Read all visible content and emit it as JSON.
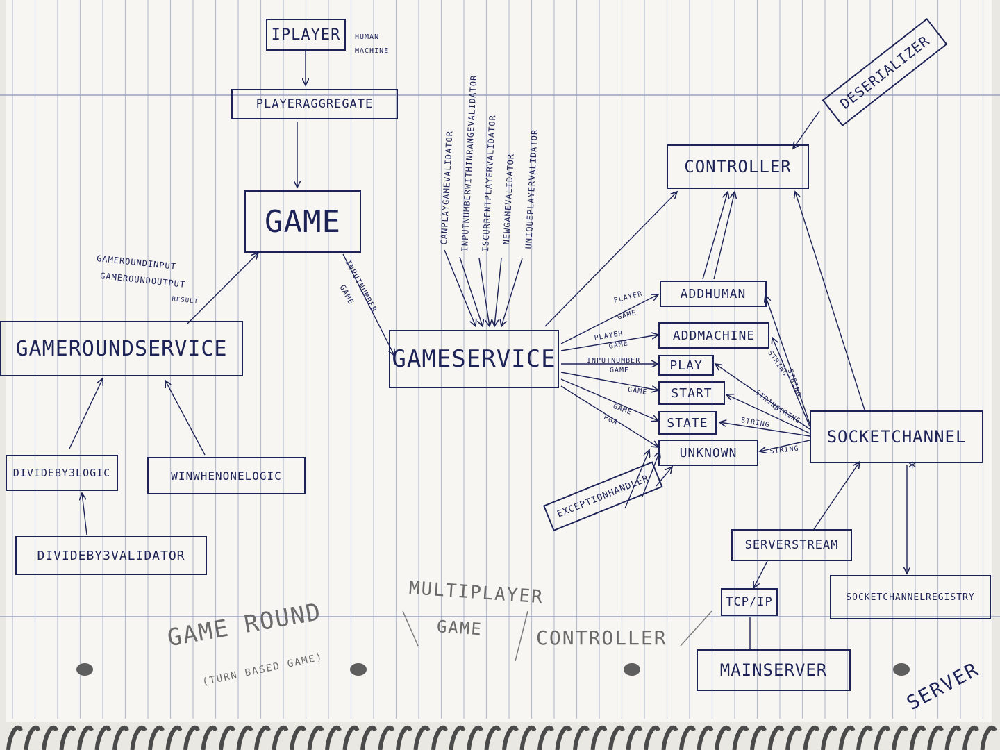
{
  "boxes": {
    "iplayer": "IPLAYER",
    "player_aggregate": "PLAYERAGGREGATE",
    "game": "GAME",
    "game_round_service": "GAMEROUNDSERVICE",
    "divide_by3_logic": "DIVIDEBY3LOGIC",
    "win_when_one_logic": "WINWHENONELOGIC",
    "divide_by3_validator": "DIVIDEBY3VALIDATOR",
    "game_service": "GAMESERVICE",
    "controller": "CONTROLLER",
    "add_human": "ADDHUMAN",
    "add_machine": "ADDMACHINE",
    "play": "PLAY",
    "start": "START",
    "state": "STATE",
    "unknown": "UNKNOWN",
    "socket_channel": "SOCKETCHANNEL",
    "server_stream": "SERVERSTREAM",
    "tcp_ip": "TCP/IP",
    "main_server": "MAINSERVER",
    "socket_channel_registry": "SOCKETCHANNELREGISTRY"
  },
  "tilted_boxes": {
    "deserializer": "DESERIALIZER",
    "exception_handler": "EXCEPTIONHANDLER"
  },
  "labels": {
    "human": "HUMAN",
    "machine": "MACHINE",
    "gameround_input": "GAMEROUNDINPUT",
    "gameround_output": "GAMEROUNDOUTPUT",
    "result": "RESULT",
    "input_number": "INPUTNUMBER",
    "game_arg": "GAME",
    "addhuman_player": "PLAYER",
    "addhuman_game": "GAME",
    "addmachine_player": "PLAYER",
    "addmachine_game": "GAME",
    "play_input_number": "INPUTNUMBER",
    "play_game": "GAME",
    "start_game": "GAME",
    "state_game": "GAME",
    "state_pga": "PGA",
    "string_addhuman": "STRING",
    "string_addmachine": "STRING",
    "string_play": "STRING",
    "string_start": "STRING",
    "string_state": "STRING",
    "string_unknown": "STRING",
    "multiplicity": "*"
  },
  "validators": [
    "CANPLAYGAMEVALIDATOR",
    "INPUTNUMBERWITHINRANGEVALIDATOR",
    "ISCURRENTPLAYERVALIDATOR",
    "NEWGAMEVALIDATOR",
    "UNIQUEPLAYERVALIDATOR"
  ],
  "sections": {
    "game_round": "GAME ROUND",
    "turn_based": "(TURN BASED GAME)",
    "multiplayer": "MULTIPLAYER",
    "multiplayer_game": "GAME",
    "controller": "CONTROLLER",
    "server": "SERVER"
  },
  "colors": {
    "ink": "#1e2357",
    "pencil": "#6a6a6a",
    "paper": "#f7f6f2",
    "rule": "#b9bdd0"
  }
}
